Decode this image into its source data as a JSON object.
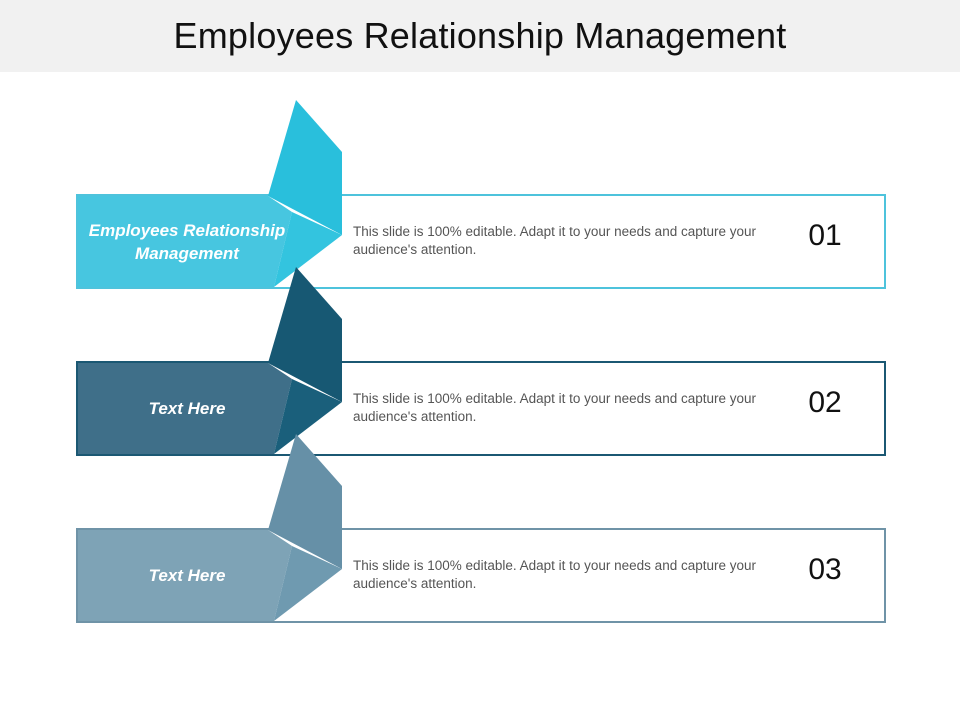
{
  "title": "Employees Relationship Management",
  "rows": [
    {
      "label": "Employees Relationship Management",
      "description": "This slide is 100% editable. Adapt it to your needs and capture your audience's attention.",
      "number": "01",
      "colors": {
        "border": "#4ec3dc",
        "label": "#47c6e0",
        "flap": "#29bfdc",
        "fold": "#33c4df"
      }
    },
    {
      "label": "Text Here",
      "description": "This slide is 100% editable. Adapt it to your needs and capture your audience's attention.",
      "number": "02",
      "colors": {
        "border": "#1b5873",
        "label": "#3f6f89",
        "flap": "#175873",
        "fold": "#1a5f7b"
      }
    },
    {
      "label": "Text Here",
      "description": "This slide is 100% editable. Adapt it to your needs and capture your audience's attention.",
      "number": "03",
      "colors": {
        "border": "#6f93a7",
        "label": "#7ea3b6",
        "flap": "#6690a7",
        "fold": "#6f9ab0"
      }
    }
  ]
}
